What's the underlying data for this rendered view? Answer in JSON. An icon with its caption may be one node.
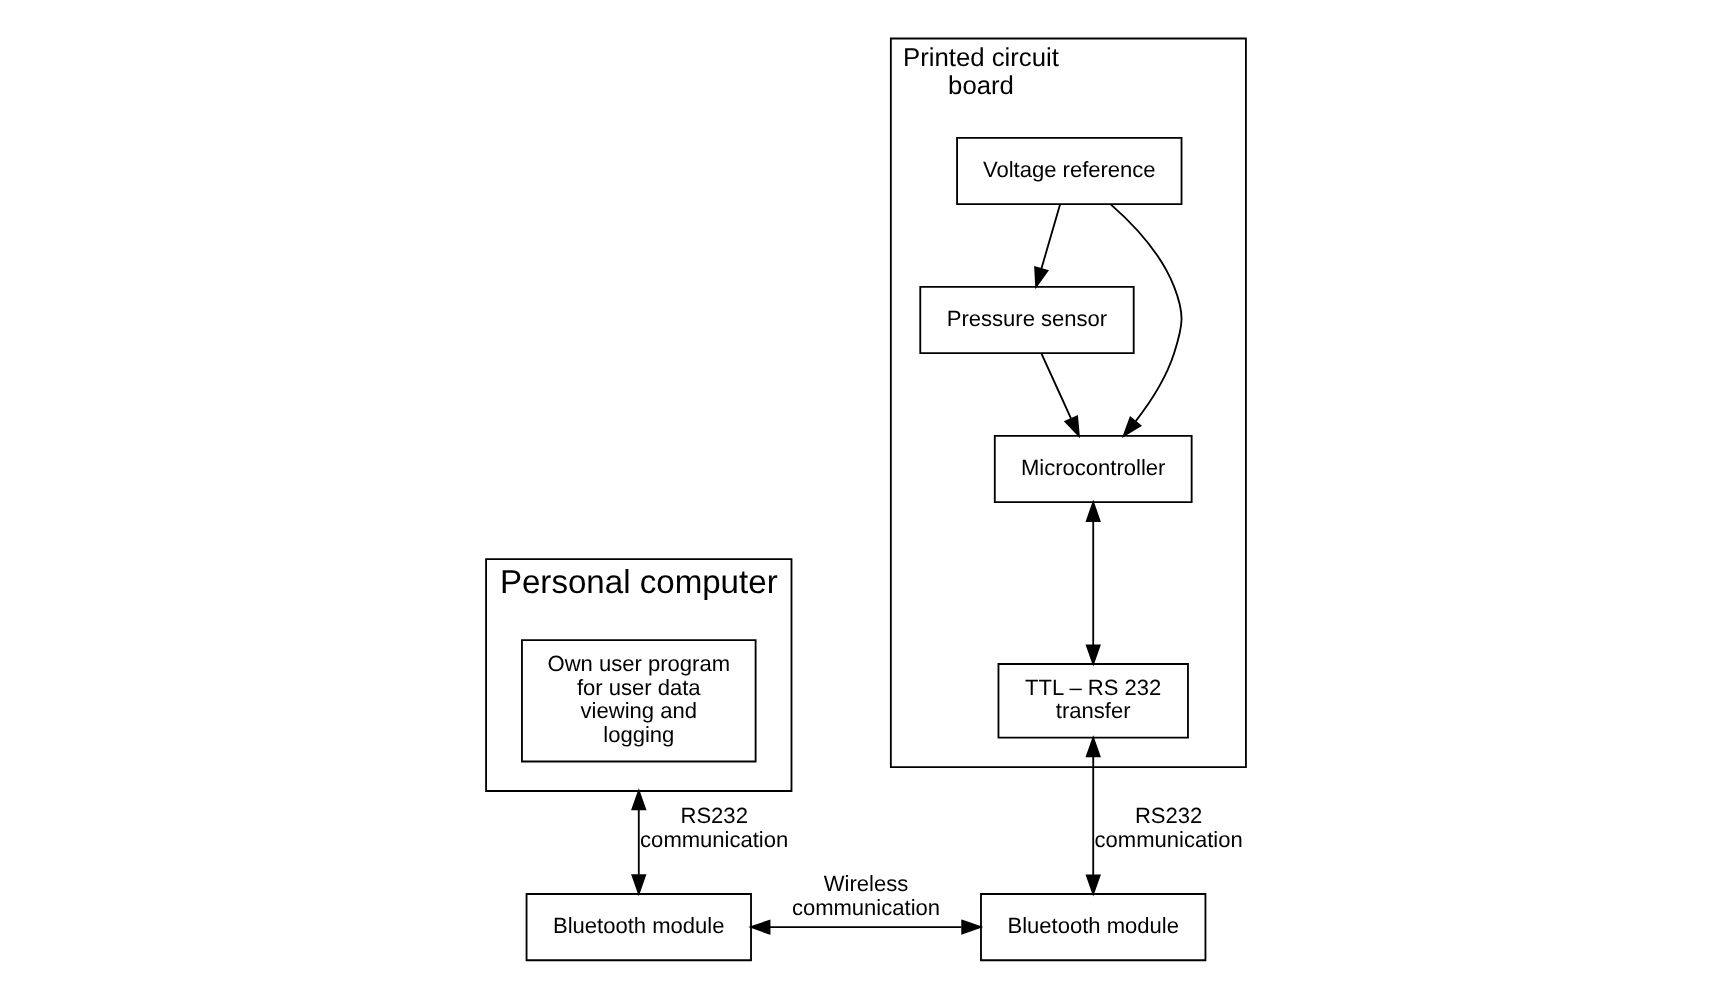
{
  "diagram": {
    "nodes": [
      {
        "text": [
          "Personal computer"
        ]
      },
      {
        "text": [
          "Own user program for user data viewing and logging"
        ],
        "in": 0
      },
      {
        "text": [
          "Printed circuit board"
        ]
      },
      {
        "text": [
          "Pressure sensor"
        ],
        "in": 2
      },
      {
        "text": [
          "Microcontroller"
        ],
        "in": 2
      },
      {
        "text": [
          "Voltage reference"
        ],
        "in": 2
      },
      {
        "text": [
          "TTL – RS 232 transfer"
        ],
        "in": 2
      },
      {
        "text": [
          "Bluetooth module"
        ]
      },
      {
        "text": [
          "Bluetooth module"
        ]
      }
    ],
    "edges": [
      {
        "from": 0,
        "to": 7,
        "arrow": "both",
        "label": "RS232 communication"
      },
      {
        "from": 7,
        "to": 8,
        "arrow": "both",
        "label": "Wireless communication"
      },
      {
        "from": 6,
        "to": 8,
        "arrow": "both",
        "label": "RS232 communication"
      },
      {
        "from": 4,
        "to": 6,
        "arrow": "both"
      },
      {
        "from": 3,
        "to": 4,
        "arrow": "to"
      },
      {
        "from": 5,
        "to": 3,
        "arrow": "to"
      },
      {
        "from": 5,
        "to": 4,
        "arrow": "to"
      }
    ]
  }
}
